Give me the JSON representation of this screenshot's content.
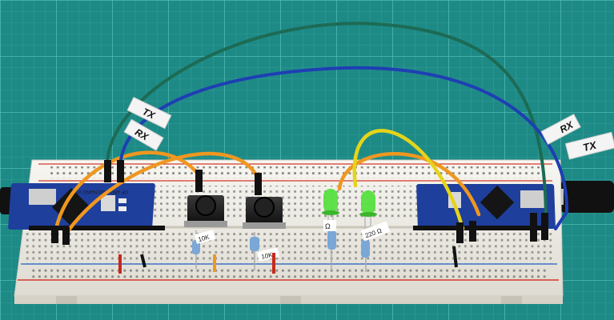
{
  "labels": {
    "tx_left": "TX",
    "rx_left": "RX",
    "tx_right": "TX",
    "rx_right": "RX"
  },
  "resistors": {
    "r1": "10K",
    "r2": "10K",
    "r3": "Ω",
    "r4": "220 Ω"
  },
  "colors": {
    "mat": "#1e8a86",
    "mat_grid": "#43b0aa",
    "breadboard": "#f2f0ea",
    "nano_pcb": "#1f3f9c",
    "wire_orange": "#ef9720",
    "wire_yellow": "#e6d419",
    "wire_green": "#1c6b55",
    "wire_blue": "#1e3fb3",
    "rail_red": "#d23a2d",
    "rail_blue": "#3f74c8",
    "led_green": "#56e040"
  },
  "icons": [
    "arduino-nano-icon",
    "push-button-icon",
    "led-icon",
    "resistor-icon",
    "usb-cable-icon"
  ]
}
